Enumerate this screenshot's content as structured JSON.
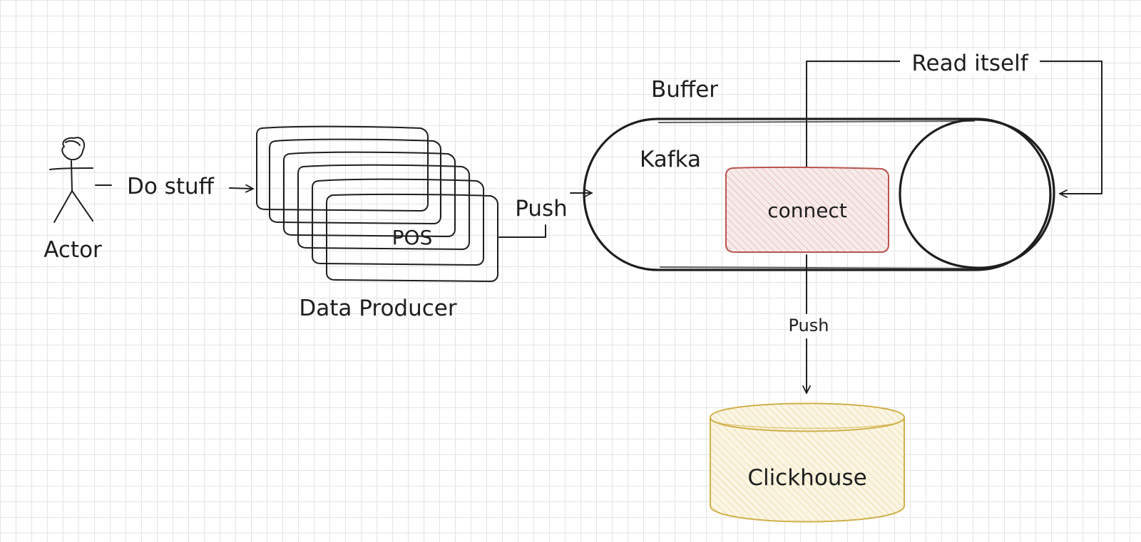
{
  "actor": {
    "label": "Actor",
    "icon": "stick-figure-icon"
  },
  "producer": {
    "label": "Data Producer",
    "box_label": "POS",
    "stack_count": 6
  },
  "edges": {
    "do_stuff": "Do stuff",
    "push_to_kafka": "Push",
    "read_itself": "Read itself",
    "push_to_clickhouse": "Push"
  },
  "buffer": {
    "title": "Buffer",
    "inner_label": "Kafka",
    "connect_label": "connect"
  },
  "database": {
    "label": "Clickhouse"
  },
  "colors": {
    "stroke": "#1e1e1e",
    "connect_stroke": "#b85450",
    "connect_fill": "#f3e3e2",
    "database_stroke": "#d0b04a",
    "database_fill": "#f7eed0",
    "grid": "#e4e4e4"
  }
}
